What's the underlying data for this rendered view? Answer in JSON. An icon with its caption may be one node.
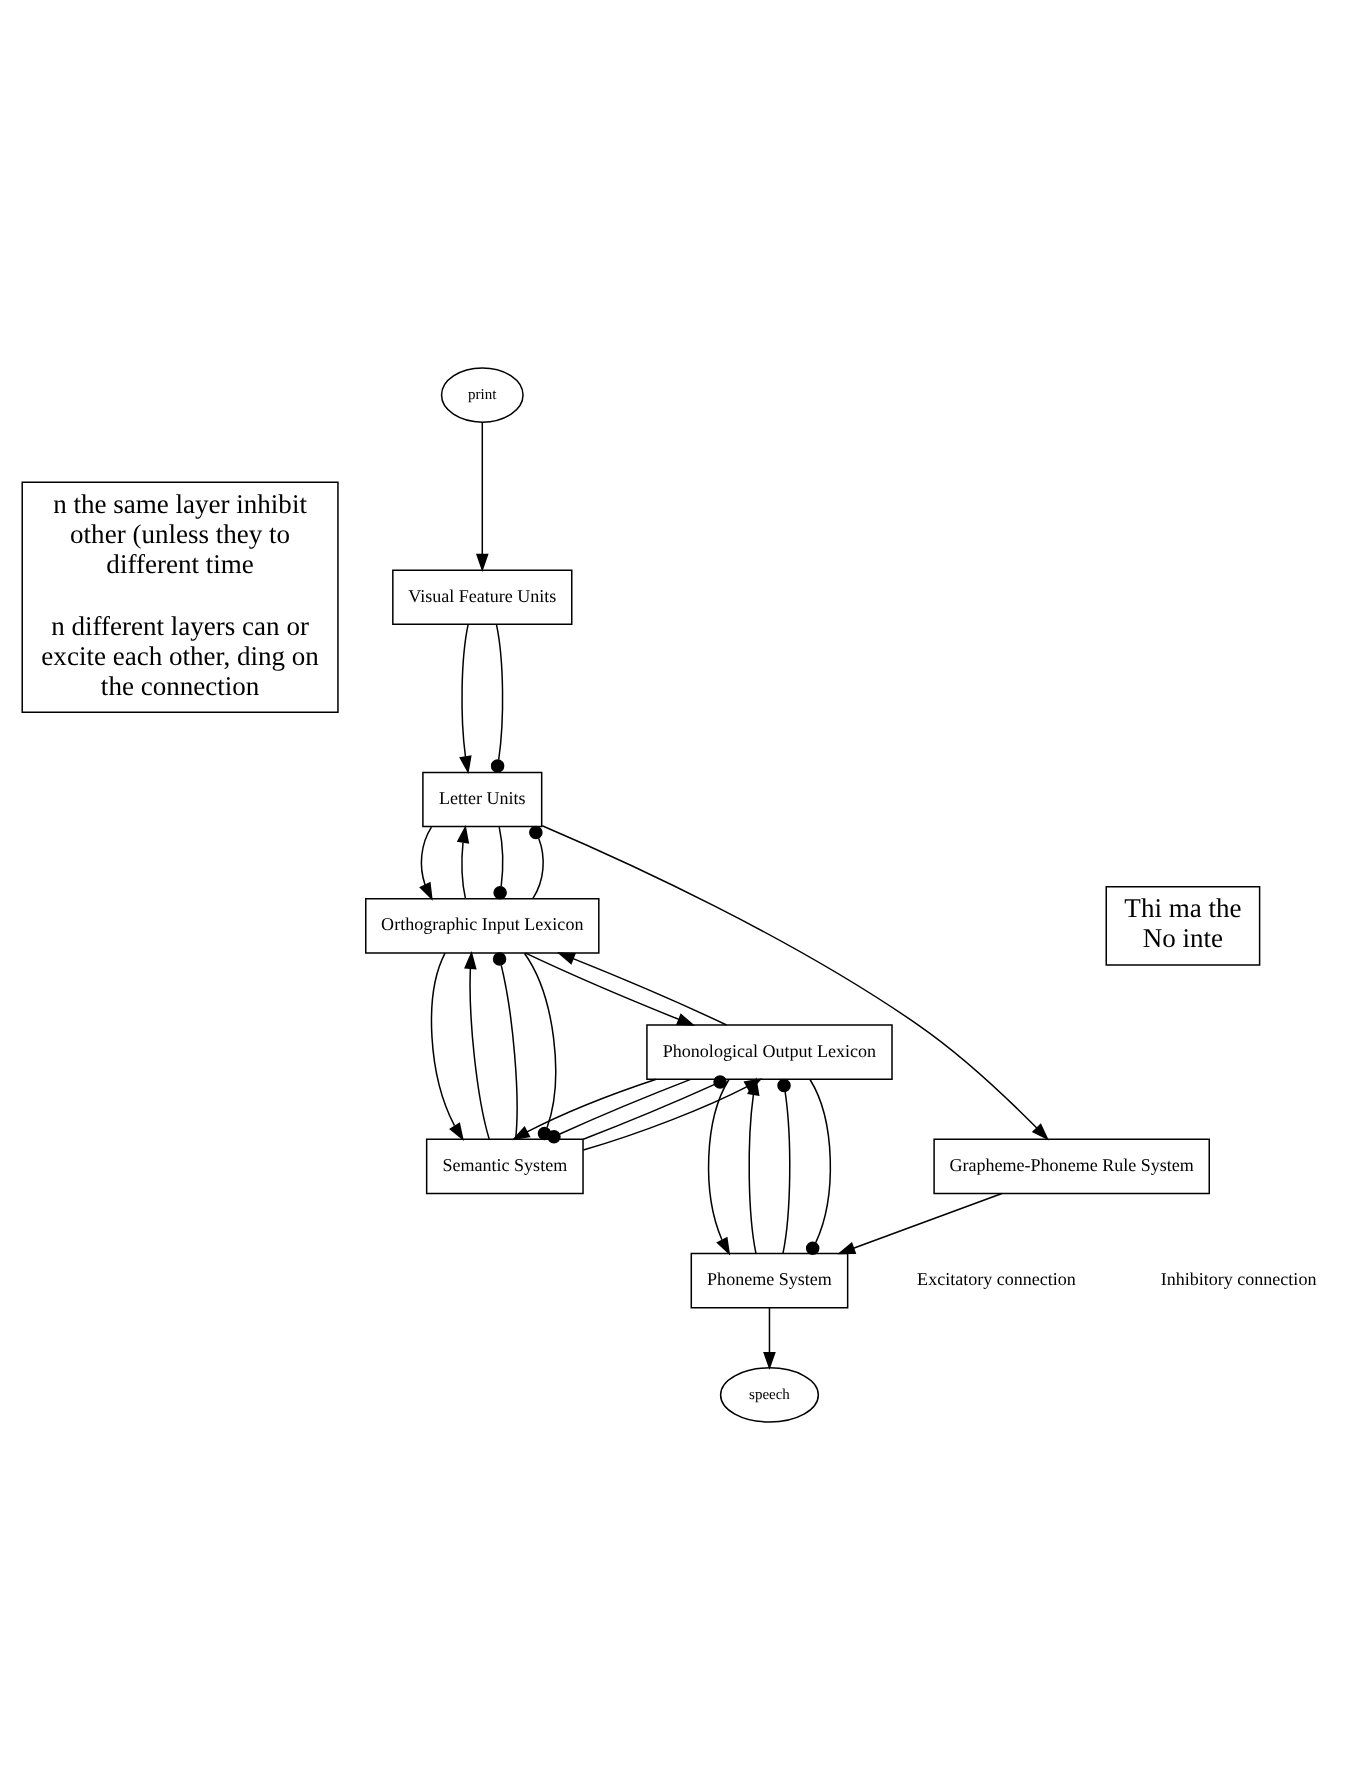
{
  "diagram": {
    "nodes": [
      {
        "text": [
          "n the same layer inhibit other (unless they to different time",
          "n different layers can or excite each other, ding on the connection"
        ]
      },
      {
        "text": [
          "print"
        ]
      },
      {
        "text": [
          "Visual Feature Units"
        ]
      },
      {
        "text": [
          "Letter Units"
        ]
      },
      {
        "text": [
          "Thi ma the No inte"
        ]
      },
      {
        "text": [
          "Orthographic Input Lexicon"
        ]
      },
      {
        "text": [
          "Semantic System"
        ]
      },
      {
        "text": [
          "Grapheme-Phoneme Rule System"
        ]
      },
      {
        "text": [
          "Phonological Output Lexicon"
        ]
      },
      {
        "text": [
          "Phoneme System"
        ]
      },
      {
        "text": [
          "speech"
        ]
      }
    ],
    "edges": [
      {
        "from": 1,
        "to": 2,
        "arrow": "to"
      },
      {
        "from": 2,
        "to": 3,
        "arrow": "to"
      },
      {
        "from": 2,
        "to": 3,
        "arrow": "other"
      },
      {
        "from": 3,
        "to": 5,
        "arrow": "to"
      },
      {
        "from": 5,
        "to": 3,
        "arrow": "to"
      },
      {
        "from": 3,
        "to": 5,
        "arrow": "other"
      },
      {
        "from": 5,
        "to": 3,
        "arrow": "other"
      },
      {
        "from": 3,
        "to": 7,
        "arrow": "to"
      },
      {
        "from": 5,
        "to": 6,
        "arrow": "to"
      },
      {
        "from": 6,
        "to": 5,
        "arrow": "to"
      },
      {
        "from": 6,
        "to": 5,
        "arrow": "other"
      },
      {
        "from": 5,
        "to": 6,
        "arrow": "other"
      },
      {
        "from": 5,
        "to": 8,
        "arrow": "to"
      },
      {
        "from": 8,
        "to": 5,
        "arrow": "to"
      },
      {
        "from": 8,
        "to": 6,
        "arrow": "to"
      },
      {
        "from": 8,
        "to": 6,
        "arrow": "other"
      },
      {
        "from": 6,
        "to": 8,
        "arrow": "other"
      },
      {
        "from": 6,
        "to": 8,
        "arrow": "to"
      },
      {
        "from": 8,
        "to": 9,
        "arrow": "to"
      },
      {
        "from": 9,
        "to": 8,
        "arrow": "to"
      },
      {
        "from": 9,
        "to": 8,
        "arrow": "other"
      },
      {
        "from": 8,
        "to": 9,
        "arrow": "other"
      },
      {
        "from": 7,
        "to": 9,
        "arrow": "to"
      },
      {
        "from": 9,
        "to": 10,
        "arrow": "to"
      }
    ],
    "legend": [
      {
        "text": "Excitatory connection"
      },
      {
        "text": "Inhibitory connection"
      }
    ]
  }
}
